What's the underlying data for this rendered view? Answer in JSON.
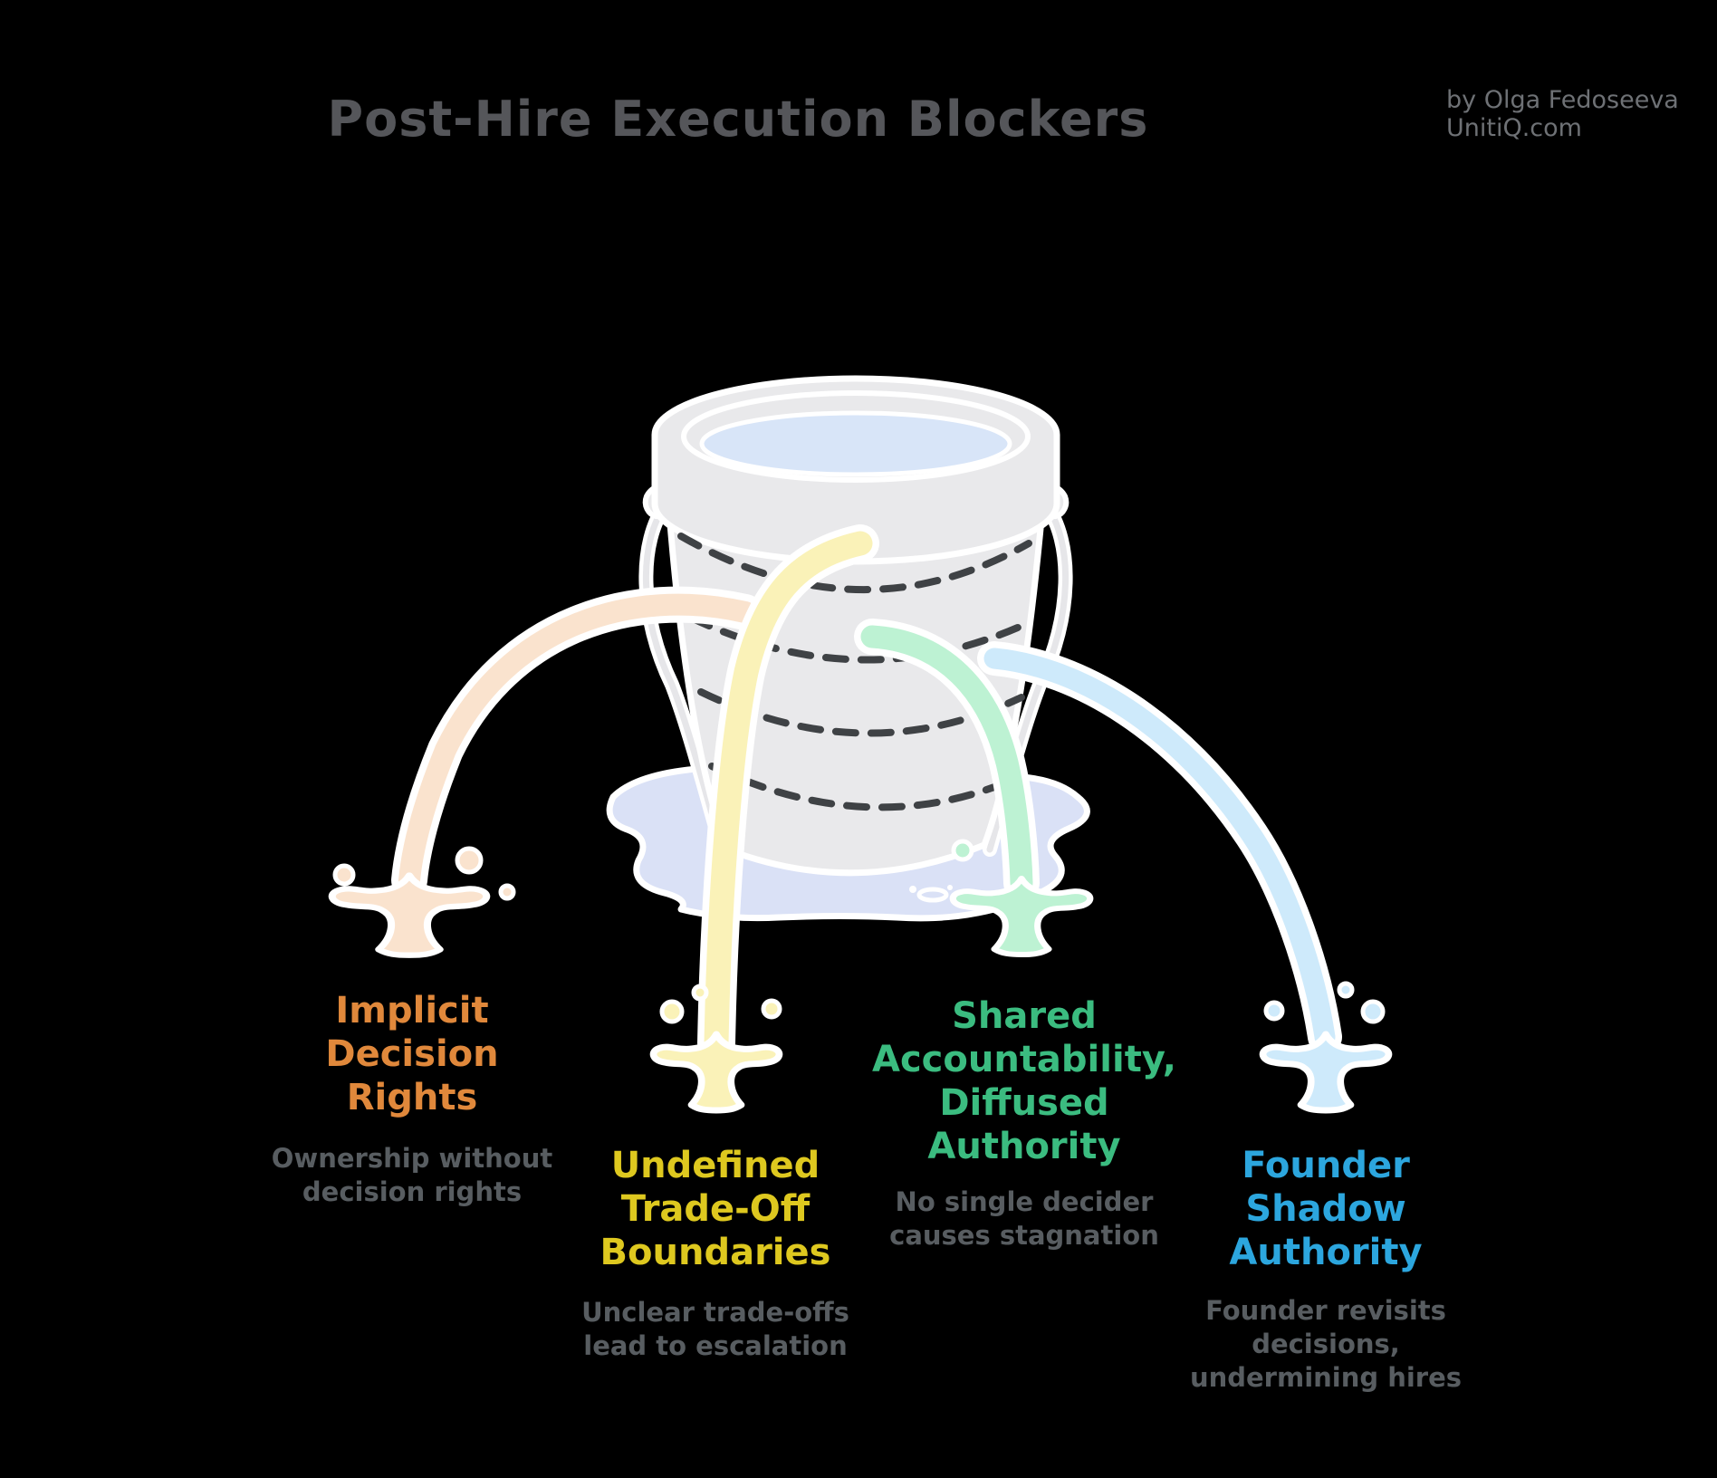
{
  "title": "Post-Hire Execution Blockers",
  "byline": {
    "line1": "by Olga Fedoseeva",
    "line2": "UnitiQ.com"
  },
  "colors": {
    "background": "#000000",
    "title": "#55565A",
    "byline": "#6E7175",
    "description": "#585D61",
    "bucket": "#E9E9EB",
    "outline": "#FFFFFF",
    "water": "#D8E5F8",
    "puddle": "#DAE1F6",
    "dash": "#3F4245"
  },
  "bucket": {
    "icon": "leaky-bucket-icon",
    "water_level": "full"
  },
  "blockers": [
    {
      "id": "implicit-decision-rights",
      "color": "#E0883B",
      "stream_color": "#FAE3CE",
      "title_lines": [
        "Implicit",
        "Decision",
        "Rights"
      ],
      "desc_lines": [
        "Ownership without",
        "decision rights"
      ]
    },
    {
      "id": "undefined-trade-off-boundaries",
      "color": "#DEC81F",
      "stream_color": "#FAF2B8",
      "title_lines": [
        "Undefined",
        "Trade-Off",
        "Boundaries"
      ],
      "desc_lines": [
        "Unclear trade-offs",
        "lead to escalation"
      ]
    },
    {
      "id": "shared-accountability-diffused-authority",
      "color": "#3BBC80",
      "stream_color": "#BDF2D3",
      "title_lines": [
        "Shared",
        "Accountability,",
        "Diffused",
        "Authority"
      ],
      "desc_lines": [
        "No single decider",
        "causes stagnation"
      ]
    },
    {
      "id": "founder-shadow-authority",
      "color": "#2CA6DE",
      "stream_color": "#CEEAFB",
      "title_lines": [
        "Founder",
        "Shadow",
        "Authority"
      ],
      "desc_lines": [
        "Founder revisits",
        "decisions,",
        "undermining hires"
      ]
    }
  ]
}
